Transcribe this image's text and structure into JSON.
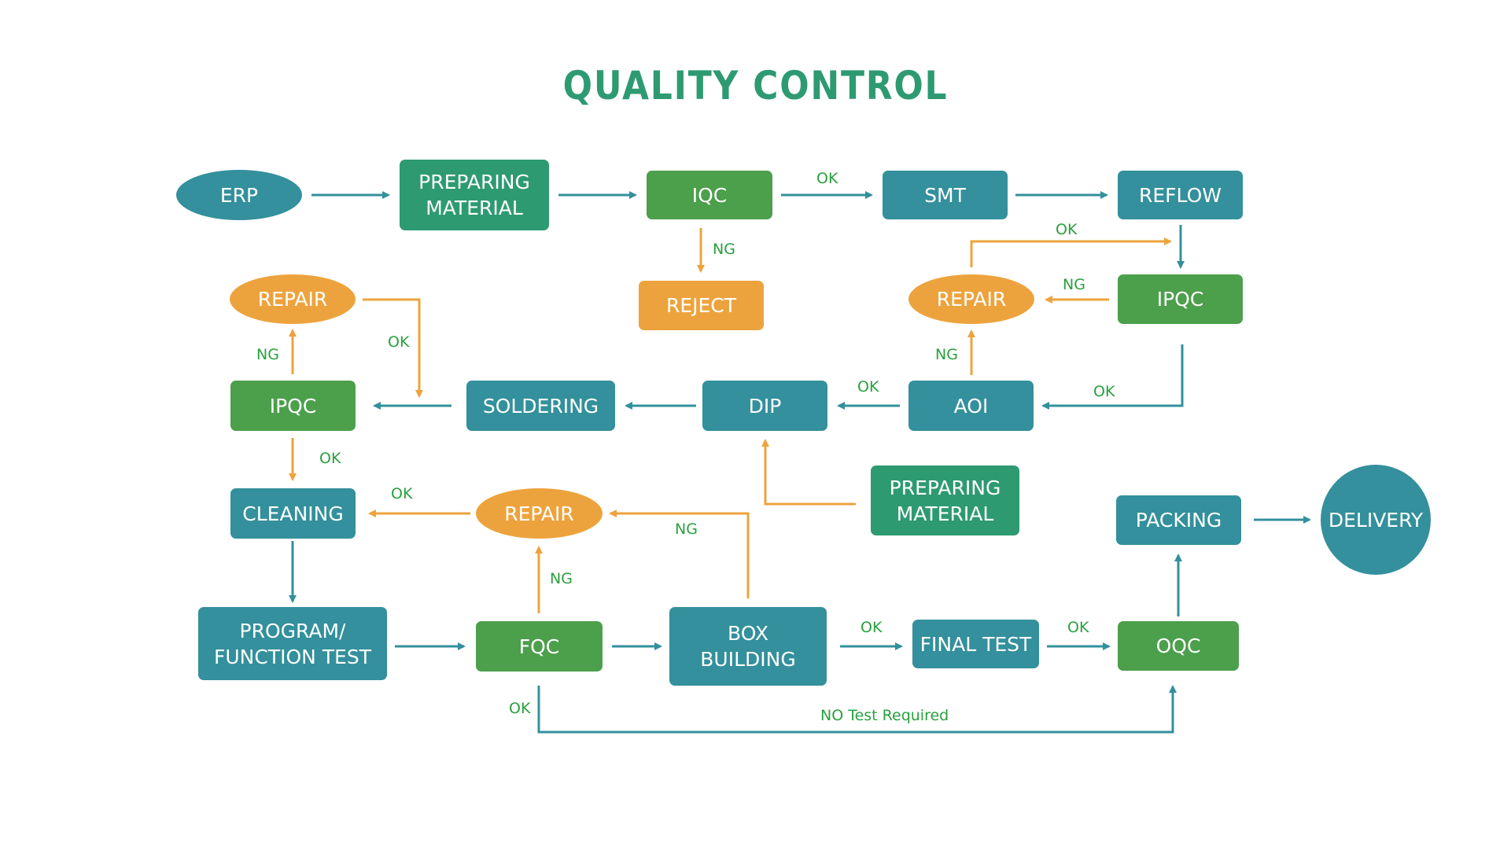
{
  "title": "QUALITY CONTROL",
  "colors": {
    "title": "#2e9a72",
    "process": "#33909c",
    "inspection": "#4c9f4b",
    "material": "#2e9a72",
    "exception": "#eda33d",
    "label": "#2aa03e",
    "flow_arrow": "#33909c",
    "exception_arrow": "#eda33d"
  },
  "nodes": {
    "erp": "ERP",
    "preparing_material_1": "PREPARING\nMATERIAL",
    "iqc": "IQC",
    "smt": "SMT",
    "reflow": "REFLOW",
    "reject": "REJECT",
    "repair_right": "REPAIR",
    "ipqc_right": "IPQC",
    "repair_left": "REPAIR",
    "ipqc_left": "IPQC",
    "soldering": "SOLDERING",
    "dip": "DIP",
    "aoi": "AOI",
    "preparing_material_2": "PREPARING\nMATERIAL",
    "cleaning": "CLEANING",
    "repair_mid": "REPAIR",
    "packing": "PACKING",
    "delivery": "DELIVERY",
    "program_function_test": "PROGRAM/\nFUNCTION TEST",
    "fqc": "FQC",
    "box_building": "BOX\nBUILDING",
    "final_test": "FINAL TEST",
    "oqc": "OQC"
  },
  "labels": {
    "iqc_smt": "OK",
    "iqc_reject": "NG",
    "repair_right_ipqc": "OK",
    "ipqc_repair_right": "NG",
    "aoi_repair_right": "NG",
    "ipqc_aoi": "OK",
    "aoi_dip": "OK",
    "ipqc_left_repair": "NG",
    "repair_left_ok": "OK",
    "ipqc_left_cleaning": "OK",
    "repair_mid_cleaning": "OK",
    "box_repair_mid": "NG",
    "fqc_repair_mid": "NG",
    "box_final": "OK",
    "final_oqc": "OK",
    "fqc_bypass": "OK",
    "no_test_required": "NO Test Required"
  }
}
